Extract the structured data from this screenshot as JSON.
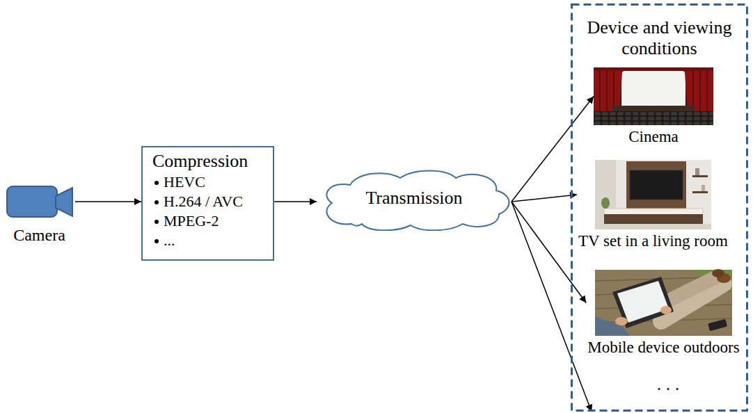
{
  "diagram": {
    "nodes": [
      {
        "text": [
          "Camera"
        ]
      },
      {
        "text": [
          "Compression",
          "HEVC",
          "H.264 / AVC",
          "MPEG-2",
          "..."
        ]
      },
      {
        "text": [
          "Transmission"
        ]
      },
      {
        "text": [
          "Device and viewing conditions"
        ]
      },
      {
        "text": [
          "Cinema"
        ],
        "in": 3
      },
      {
        "text": [
          "TV set in a living room"
        ],
        "in": 3
      },
      {
        "text": [
          "Mobile device outdoors"
        ],
        "in": 3
      }
    ],
    "edges": [
      {
        "from": 0,
        "to": 1,
        "arrow": "to"
      },
      {
        "from": 1,
        "to": 2,
        "arrow": "to"
      },
      {
        "from": 2,
        "to": 4,
        "arrow": "to"
      },
      {
        "from": 2,
        "to": 5,
        "arrow": "to"
      },
      {
        "from": 2,
        "to": 6,
        "arrow": "to"
      },
      {
        "from": 2,
        "to": 3,
        "arrow": "to"
      }
    ],
    "labels": [
      ". . ."
    ]
  }
}
